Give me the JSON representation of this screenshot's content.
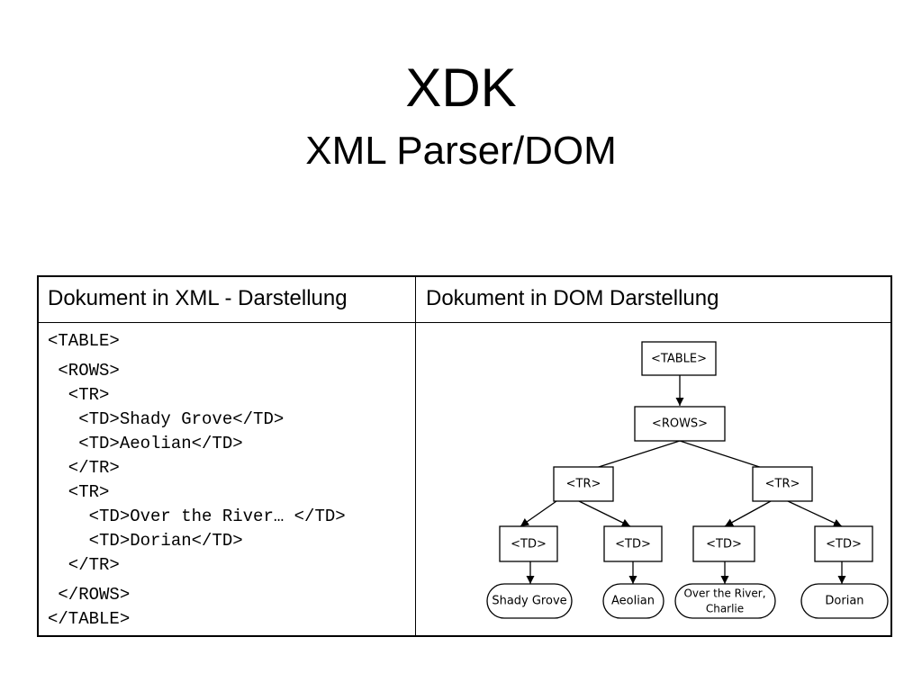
{
  "slide": {
    "title": "XDK",
    "subtitle": "XML Parser/DOM"
  },
  "table": {
    "header_left": "Dokument in XML - Darstellung",
    "header_right": "Dokument in DOM Darstellung",
    "xml_lines": [
      "<TABLE>",
      " <ROWS>",
      "  <TR>",
      "   <TD>Shady Grove</TD>",
      "   <TD>Aeolian</TD>",
      "  </TR>",
      "  <TR>",
      "    <TD>Over the River… </TD>",
      "    <TD>Dorian</TD>",
      "  </TR>",
      " </ROWS>",
      "</TABLE>"
    ]
  },
  "dom_tree": {
    "table": "<TABLE>",
    "rows": "<ROWS>",
    "tr1": "<TR>",
    "tr2": "<TR>",
    "td1": "<TD>",
    "td2": "<TD>",
    "td3": "<TD>",
    "td4": "<TD>",
    "leaf1": "Shady Grove",
    "leaf2": "Aeolian",
    "leaf3_line1": "Over the River,",
    "leaf3_line2": "Charlie",
    "leaf4": "Dorian"
  }
}
